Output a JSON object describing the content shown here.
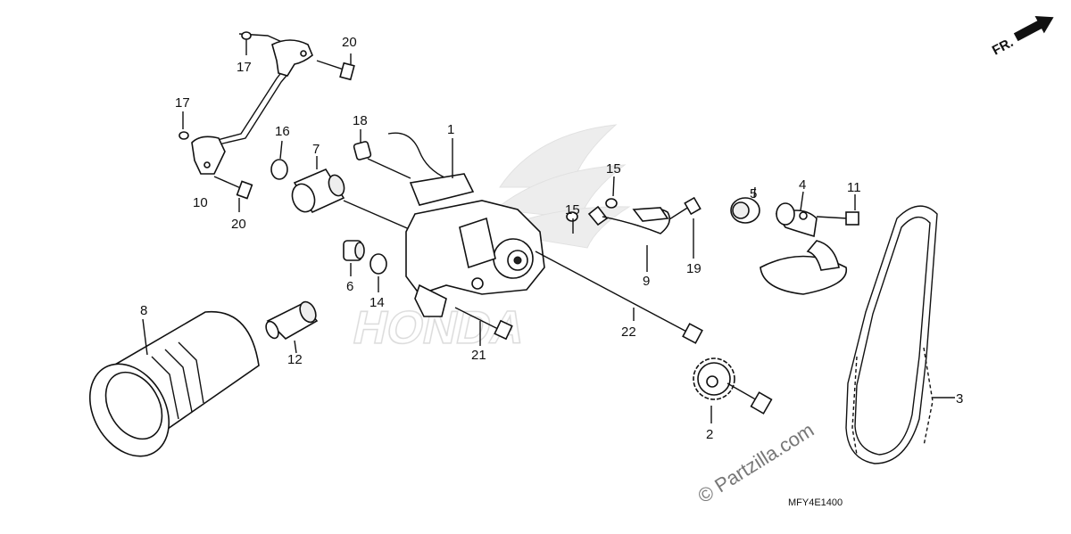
{
  "diagram": {
    "labels": {
      "l1": "1",
      "l2": "2",
      "l3": "3",
      "l4": "4",
      "l5": "5",
      "l6": "6",
      "l7": "7",
      "l8": "8",
      "l9": "9",
      "l10": "10",
      "l11": "11",
      "l12": "12",
      "l14": "14",
      "l15a": "15",
      "l15b": "15",
      "l16": "16",
      "l17a": "17",
      "l17b": "17",
      "l18": "18",
      "l19": "19",
      "l20a": "20",
      "l20b": "20",
      "l21": "21",
      "l22": "22"
    },
    "watermark": "© Partzilla.com",
    "diagram_code": "MFY4E1400",
    "direction": "FR."
  }
}
